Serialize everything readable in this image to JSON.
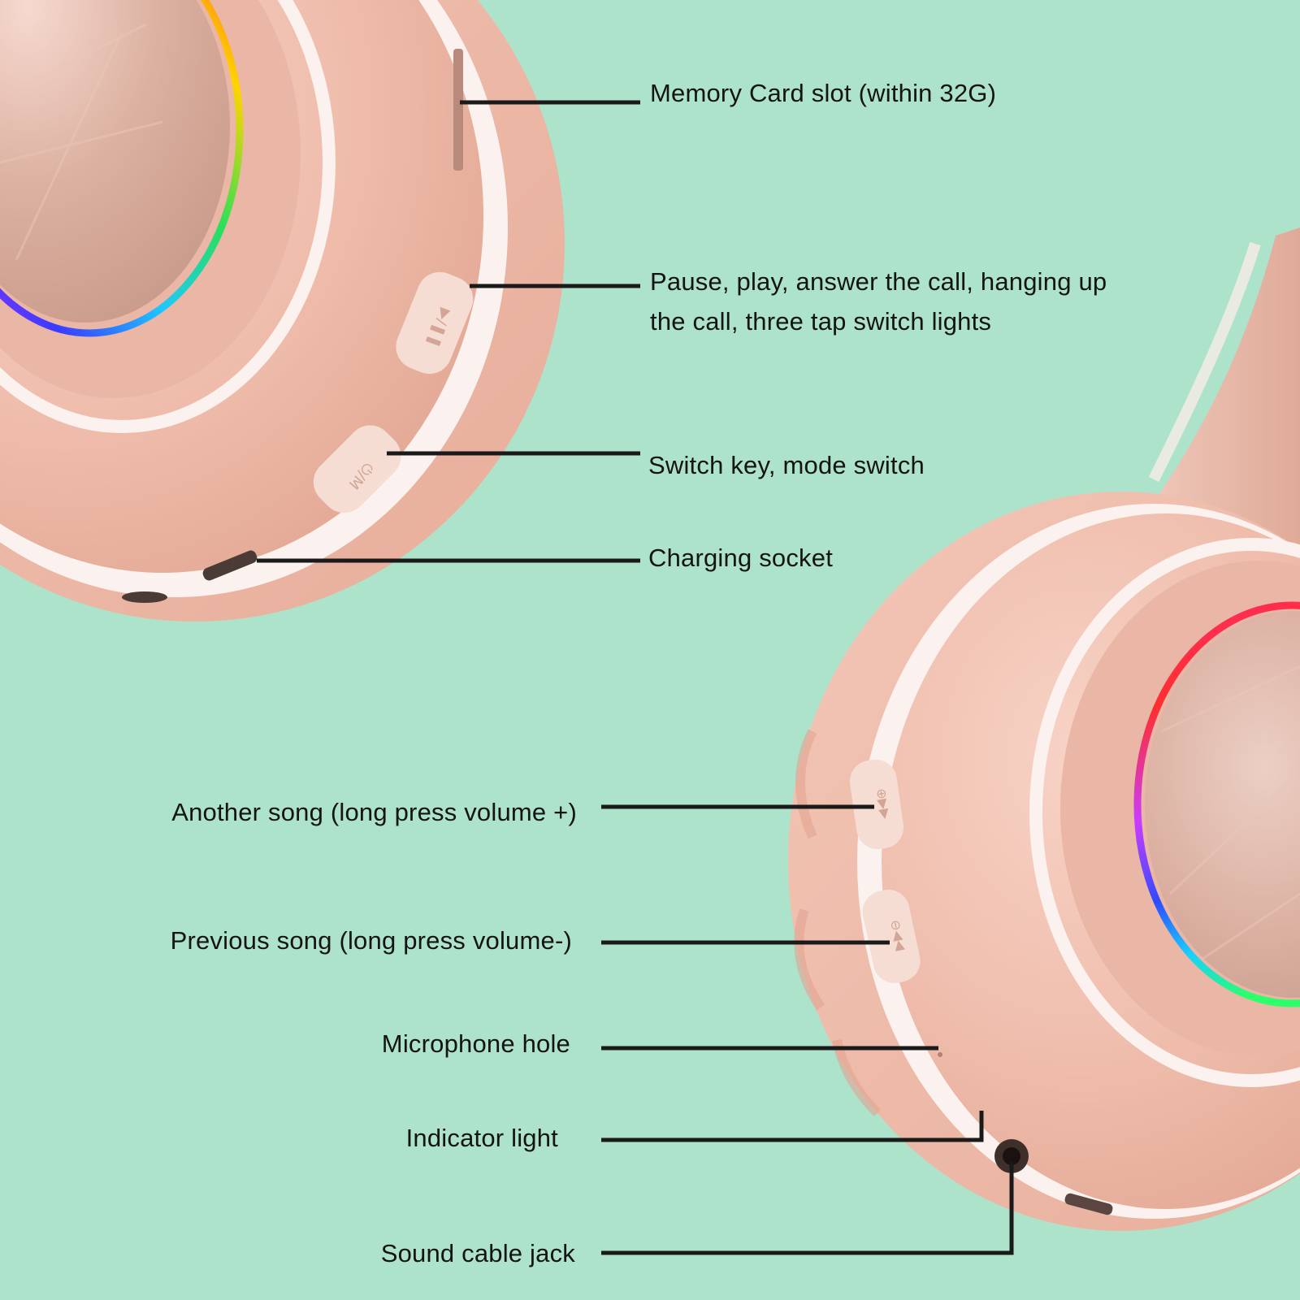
{
  "labels": {
    "memory_card": "Memory Card slot (within 32G)",
    "pause_play_1": "Pause, play, answer the call, hanging up",
    "pause_play_2": "the call, three tap switch lights",
    "switch_key": "Switch key, mode switch",
    "charging": "Charging socket",
    "another_song": "Another song (long press volume +)",
    "previous_song": "Previous song (long press volume-)",
    "microphone": "Microphone hole",
    "indicator": "Indicator light",
    "sound_jack": "Sound cable jack"
  },
  "colors": {
    "background": "#ade3cb",
    "headphone_pink": "#f0bfae",
    "leader_line": "#1a1a1a"
  }
}
